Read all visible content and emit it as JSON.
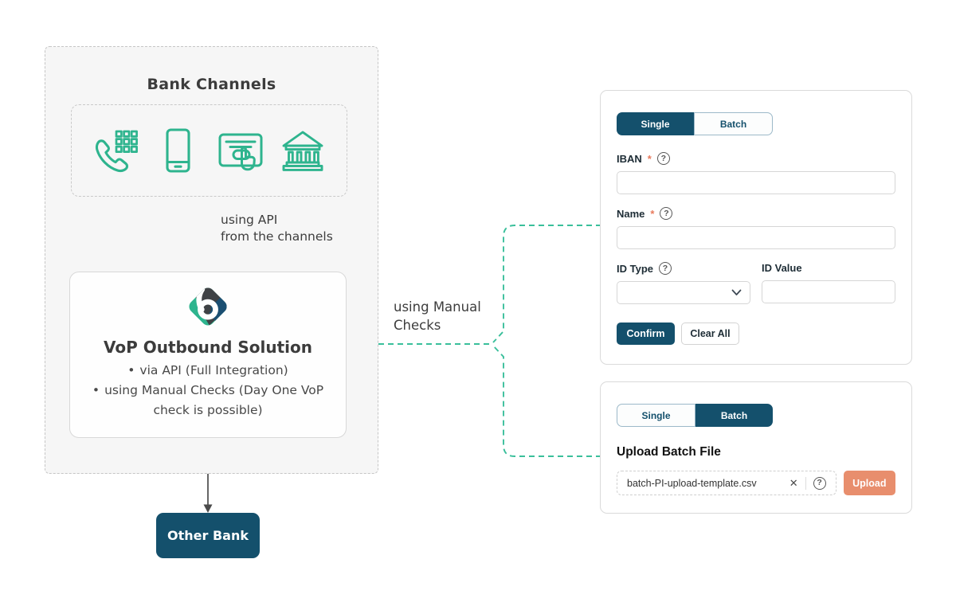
{
  "colors": {
    "navy": "#14506c",
    "teal_icon": "#2eb48e",
    "teal_connector": "#3abf9b",
    "salmon": "#e88e6d",
    "asterisk": "#e87a5c",
    "text_dark": "#3c3c3c"
  },
  "glyphs": {
    "required": "*",
    "question": "?",
    "close": "✕",
    "bullet": "•"
  },
  "diagram": {
    "bank_channels_title": "Bank Channels",
    "channel_icons": [
      "phone-keypad",
      "smartphone",
      "card-terminal",
      "bank-building"
    ],
    "using_api_line1": "using API",
    "using_api_line2": "from the channels",
    "manual_checks_label": "using Manual Checks",
    "vop": {
      "title": "VoP Outbound Solution",
      "bullets": [
        "via API (Full Integration)",
        "using Manual Checks (Day One VoP check is possible)"
      ]
    },
    "other_bank_label": "Other Bank"
  },
  "single_panel": {
    "tabs": {
      "single": "Single",
      "batch": "Batch"
    },
    "iban_label": "IBAN",
    "name_label": "Name",
    "id_type_label": "ID Type",
    "id_value_label": "ID Value",
    "confirm_label": "Confirm",
    "clear_all_label": "Clear All"
  },
  "batch_panel": {
    "tabs": {
      "single": "Single",
      "batch": "Batch"
    },
    "heading": "Upload Batch File",
    "file_name": "batch-PI-upload-template.csv",
    "upload_label": "Upload"
  }
}
